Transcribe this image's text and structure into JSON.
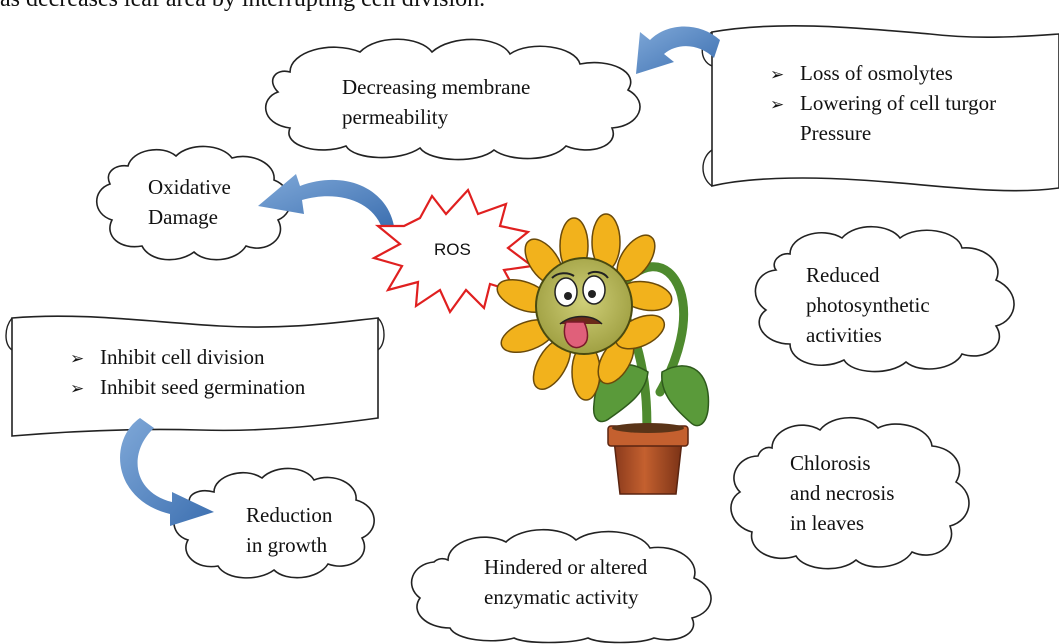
{
  "top_text": "as decreases leaf area by interrupting cell division.",
  "nodes": {
    "membrane": "Decreasing membrane\npermeability",
    "oxidative": "Oxidative\nDamage",
    "ros": "ROS",
    "photosynthetic": "Reduced\nphotosynthetic\nactivities",
    "chlorosis": "Chlorosis\nand necrosis\nin leaves",
    "enzymatic": "Hindered or altered\nenzymatic activity",
    "growth": "Reduction\nin growth"
  },
  "osmolytes_list": [
    "Loss of osmolytes",
    "Lowering of cell turgor"
  ],
  "osmolytes_continuation": "Pressure",
  "cell_list": [
    "Inhibit cell division",
    "Inhibit seed germination"
  ],
  "colors": {
    "arrow": "#4a7ebf",
    "ros_outline": "#e02020",
    "petal": "#f2b21c",
    "flower_center": "#b9b85a",
    "leaf": "#5a9a3a",
    "pot": "#b5502a"
  }
}
